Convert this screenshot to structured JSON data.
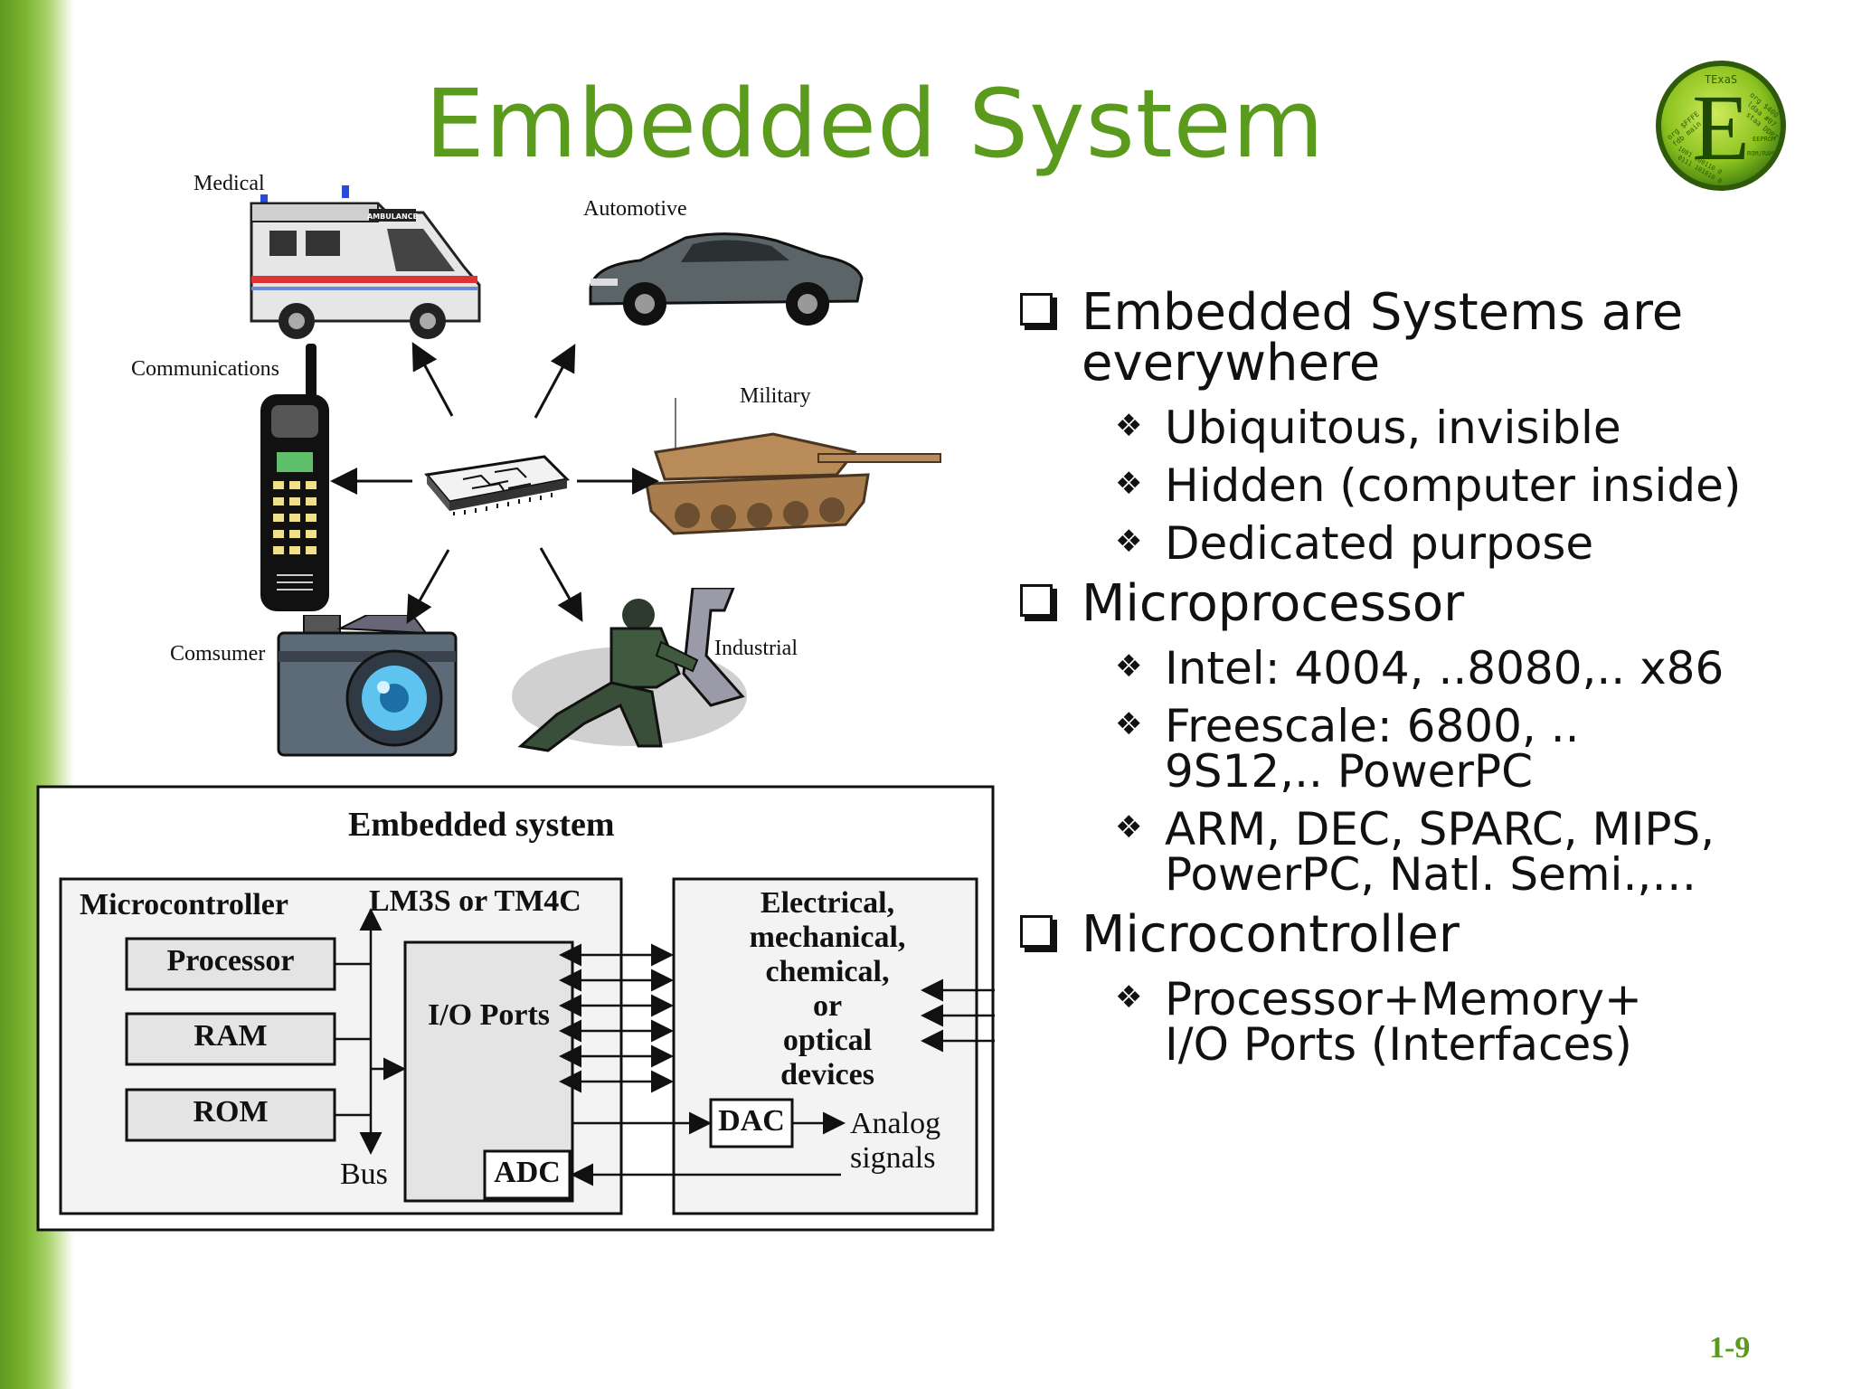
{
  "slide": {
    "title": "Embedded System",
    "page_number": "1-9",
    "logo": {
      "ring_text": "TExaS",
      "letter": "E",
      "icon": "texas-e-logo-icon",
      "small_texts": [
        "org $FFFE",
        "fdb main",
        "org $400",
        "ldaa #07",
        "staa DDRT",
        "EEPROM",
        "ROM/RAM",
        "1001 000110 0",
        "0111 101010 0"
      ]
    }
  },
  "applications": {
    "medical": "Medical",
    "automotive": "Automotive",
    "communications": "Communications",
    "military": "Military",
    "consumer": "Comsumer",
    "industrial": "Industrial",
    "ambulance_sign": "AMBULANCE"
  },
  "bullets": [
    {
      "text": "Embedded Systems are\neverywhere",
      "subs": [
        "Ubiquitous, invisible",
        "Hidden (computer inside)",
        "Dedicated purpose"
      ]
    },
    {
      "text": "Microprocessor",
      "subs": [
        "Intel: 4004, ..8080,.. x86",
        "Freescale: 6800, ..\n9S12,.. PowerPC",
        "ARM, DEC, SPARC, MIPS,\nPowerPC, Natl. Semi.,…"
      ]
    },
    {
      "text": " Microcontroller",
      "subs": [
        "Processor+Memory+\nI/O Ports (Interfaces)"
      ]
    }
  ],
  "diagram": {
    "title": "Embedded system",
    "microcontroller": "Microcontroller",
    "part": "LM3S or TM4C",
    "processor": "Processor",
    "ram": "RAM",
    "rom": "ROM",
    "bus": "Bus",
    "io_ports": "I/O Ports",
    "adc": "ADC",
    "dac": "DAC",
    "devices": "Electrical,\nmechanical,\nchemical,\nor\noptical\ndevices",
    "analog": "Analog\nsignals"
  }
}
